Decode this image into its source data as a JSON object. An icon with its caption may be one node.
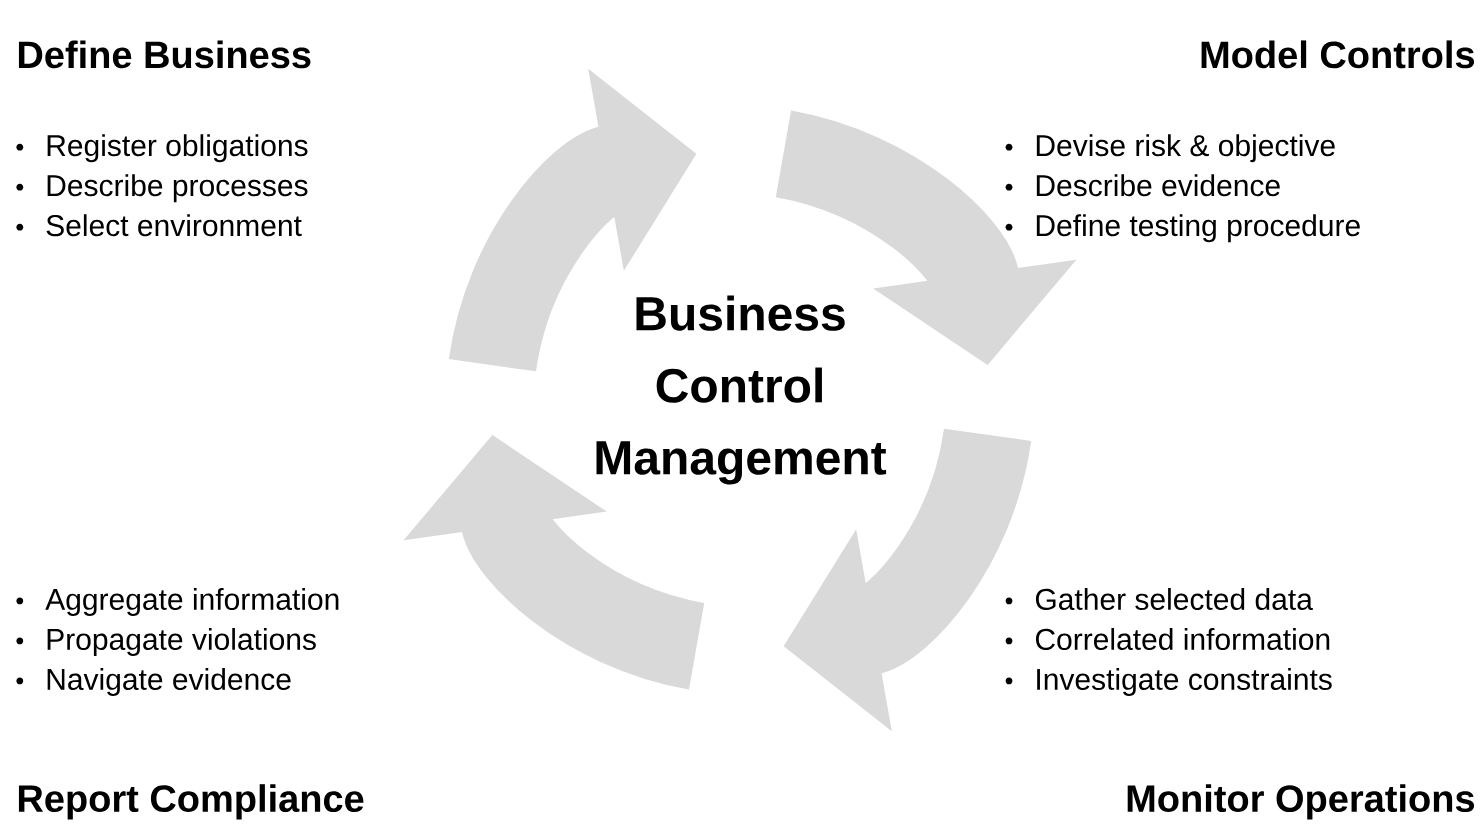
{
  "diagram": {
    "nodes": [
      {
        "text": [
          "Define Business",
          "Register obligations",
          "Describe processes",
          "Select environment"
        ]
      },
      {
        "text": [
          "Model Controls",
          "Devise risk & objective",
          "Describe evidence",
          "Define testing procedure"
        ]
      },
      {
        "text": [
          "Business Control Management"
        ]
      },
      {
        "text": [
          "Aggregate information",
          "Propagate violations",
          "Navigate evidence",
          "Report Compliance"
        ]
      },
      {
        "text": [
          "Gather selected data",
          "Correlated information",
          "Investigate constraints",
          "Monitor Operations"
        ]
      }
    ]
  }
}
